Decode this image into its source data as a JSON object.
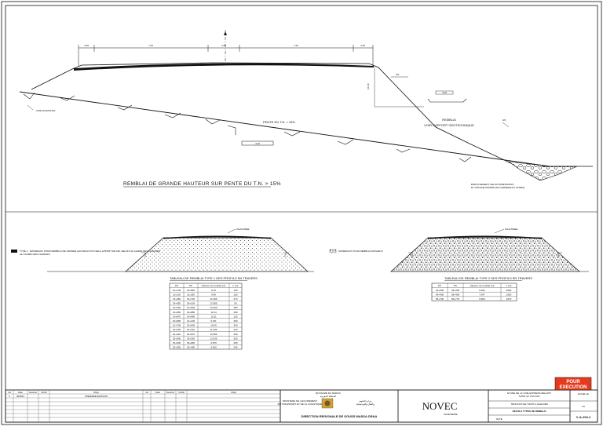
{
  "drawing": {
    "main_section": {
      "title": "REMBLAI DE GRANDE HAUTEUR SUR PENTE DU T.N. > 15%",
      "slope_label": "PENTE DU T.N. > 15%",
      "right_label_1": "REMBLAI",
      "right_label_2": "VOIR RAPPORT GEOTECHNIQUE",
      "left_label": "VOIE EXISTANTE",
      "toe_label_1": "ENROCHEMENT SELON DIMENSIONS",
      "toe_label_2": "ET NATURE PROPRE DE CARRIERE ET STABLE"
    },
    "type1": {
      "legend": "TYPE 1 : MATERIAUX POUR REMBLAI DE GRANDE HAUTEUR D'UN SEUL APPORT DE SOL SELON LE CAHIER DES CHARGES",
      "road_label": "CHAUSSEE",
      "table_title": "TABLEAU DE REMBLAI TYPE 1 DES PROFILS EN TRAVERS",
      "headers": [
        "PK",
        "PK",
        "Hauteur du remblai (m)",
        "L (m)"
      ],
      "rows": [
        [
          "10+700",
          "10+820",
          "9,70",
          "120"
        ],
        [
          "11+100",
          "11+250",
          "9,40",
          "150"
        ],
        [
          "15+450",
          "15+720",
          "11,396",
          "270"
        ],
        [
          "18+050",
          "18+100",
          "12,905",
          "50"
        ],
        [
          "19+300",
          "19+600",
          "13,320",
          "300"
        ],
        [
          "19+650",
          "19+880",
          "11,34",
          "230"
        ],
        [
          "19+870",
          "19+990",
          "10,11",
          "120"
        ],
        [
          "20+800",
          "21+100",
          "9,311",
          "300"
        ],
        [
          "21+700",
          "22+000",
          "10,65",
          "300"
        ],
        [
          "22+100",
          "22+310",
          "11,332",
          "210"
        ],
        [
          "24+410",
          "24+670",
          "12,560",
          "260"
        ],
        [
          "25+000",
          "25+250",
          "12,420",
          "250"
        ],
        [
          "25+500",
          "25+950",
          "9,870",
          "450"
        ],
        [
          "26+250",
          "26+495",
          "9,360",
          "245"
        ]
      ]
    },
    "type2": {
      "legend": "MATERIAUX POUR REMBLAI ROCHEUX",
      "road_label": "CHAUSSEE",
      "table_title": "TABLEAU DE REMBLAI TYPE 2 DES PROFILS EN TRAVERS",
      "headers": [
        "PK",
        "PK",
        "Hauteur du remblai (m)",
        "L (m)"
      ],
      "rows": [
        [
          "32+300",
          "34+300",
          "5,021",
          "2000"
        ],
        [
          "54+400",
          "55+400",
          "7,547",
          "1000"
        ],
        [
          "55+700",
          "56+770",
          "6,660",
          "1070"
        ]
      ]
    },
    "title_block": {
      "kingdom_fr": "ROYAUME DU MAROC",
      "kingdom_ar": "المملكة المغربية",
      "ministry_fr_1": "MINISTERE DE L'EQUIPEMENT",
      "ministry_fr_2": "DU TRANSPORT ET DE LA LOGISTIQUE",
      "ministry_ar_1": "وزارة التجهيز",
      "ministry_ar_2": "والنقل واللوجستيك",
      "direction": "DIRECTION REGIONALE DE SOUSS MASSA DRAA",
      "company": "NOVEC",
      "company_sub": "INGENIERIE",
      "project_1": "ETUDE DE LA VOIE EXPRESS RELIANT",
      "project_2": "TIZNIT ET TAN-TAN",
      "project_3": "TRONCON DE TIZNIT A GUELMIM",
      "sheet_title": "DETAILS TYPES DE REMBLAI",
      "scale": "ECHELLE",
      "format": "A3",
      "date_label": "DATE",
      "drawing_no": "C-A-203-2",
      "badge_1": "POUR",
      "badge_2": "EXECUTION",
      "rev_headers": [
        "Ind",
        "Date",
        "Dessiné",
        "Vérifié",
        "Objet"
      ],
      "rev_row": [
        "0",
        "09/2013",
        "",
        "",
        "PREMIERE EMISSION"
      ]
    },
    "colors": {
      "line": "#111111",
      "badge_fill": "#e53a1d",
      "company": "#1f3f6b"
    }
  }
}
